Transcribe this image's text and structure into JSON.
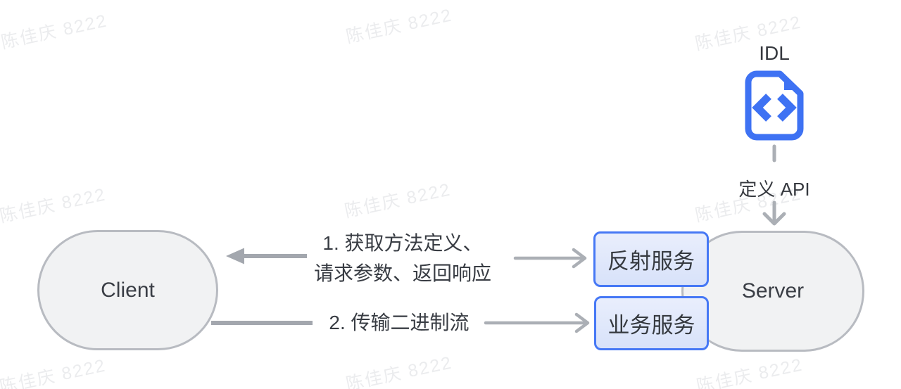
{
  "watermark": {
    "text": "陈佳庆 8222"
  },
  "idl": {
    "title": "IDL",
    "icon": "code-file-icon",
    "action_label": "定义 API"
  },
  "nodes": {
    "client": "Client",
    "server": "Server",
    "reflection_service": "反射服务",
    "business_service": "业务服务"
  },
  "flows": {
    "flow1": {
      "line1": "1. 获取方法定义、",
      "line2": "请求参数、返回响应"
    },
    "flow2": {
      "label": "2. 传输二进制流"
    }
  },
  "colors": {
    "accent_blue": "#3E72F3",
    "service_box_border": "#4678F5",
    "service_box_fill": "#DDE5FA",
    "node_fill": "#F1F2F3",
    "node_border": "#B8BBC1",
    "arrow_gray": "#A6AAB1",
    "text_dark": "#3A3E45",
    "watermark_gray": "rgba(73,82,100,0.11)"
  }
}
